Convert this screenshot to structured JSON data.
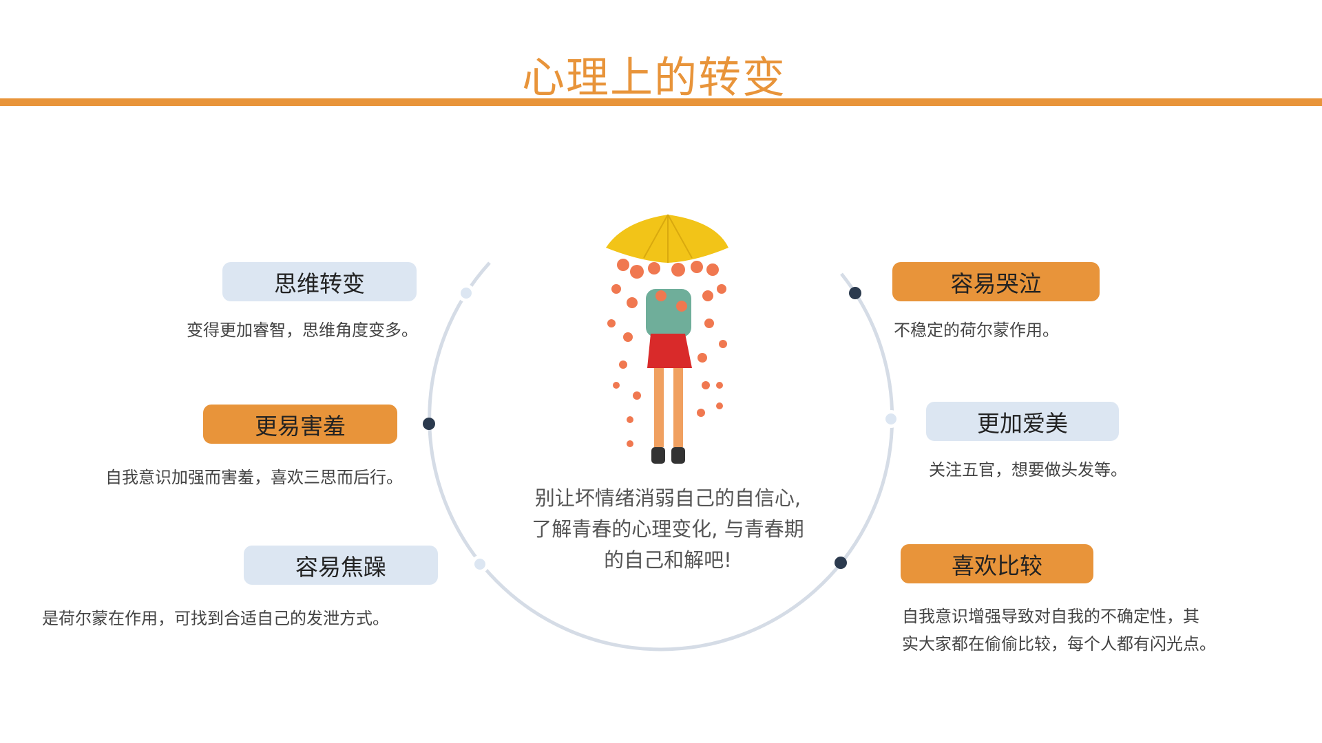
{
  "title": "心理上的转变",
  "center_text": [
    "别让坏情绪消弱自己的自信心,",
    "了解青春的心理变化, 与青春期",
    "的自己和解吧!"
  ],
  "left_items": [
    {
      "label": "思维转变",
      "desc": "变得更加睿智，思维角度变多。"
    },
    {
      "label": "更易害羞",
      "desc": "自我意识加强而害羞，喜欢三思而后行。"
    },
    {
      "label": "容易焦躁",
      "desc": "是荷尔蒙在作用，可找到合适自己的发泄方式。"
    }
  ],
  "right_items": [
    {
      "label": "容易哭泣",
      "desc": "不稳定的荷尔蒙作用。"
    },
    {
      "label": "更加爱美",
      "desc": "关注五官，想要做头发等。"
    },
    {
      "label": "喜欢比较",
      "desc": [
        "自我意识增强导致对自我的不确定性，其",
        "实大家都在偷偷比较，每个人都有闪光点。"
      ]
    }
  ],
  "colors": {
    "accent": "#E8943A",
    "light": "#DCE6F2",
    "dark": "#2B3A4E",
    "arc": "#D5DCE6"
  }
}
